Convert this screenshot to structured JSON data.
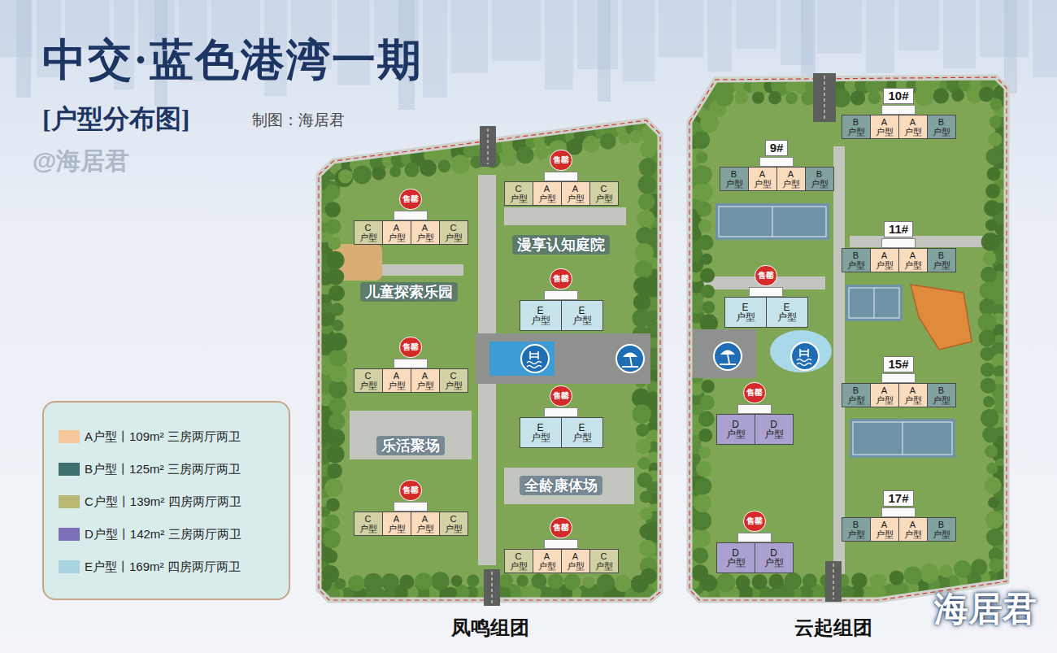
{
  "diagram": {
    "title": "中交·蓝色港湾一期",
    "nodes": [
      {
        "text": [
          "凤鸣组团"
        ]
      },
      {
        "text": [
          "售罄"
        ],
        "in": 0
      },
      {
        "text": [
          "C 户型"
        ],
        "in": 1
      },
      {
        "text": [
          "A 户型"
        ],
        "in": 1
      },
      {
        "text": [
          "A 户型"
        ],
        "in": 1
      },
      {
        "text": [
          "C 户型"
        ],
        "in": 1
      },
      {
        "text": [
          "售罄"
        ],
        "in": 0
      },
      {
        "text": [
          "C 户型"
        ],
        "in": 6
      },
      {
        "text": [
          "A 户型"
        ],
        "in": 6
      },
      {
        "text": [
          "A 户型"
        ],
        "in": 6
      },
      {
        "text": [
          "C 户型"
        ],
        "in": 6
      },
      {
        "text": [
          "售罄"
        ],
        "in": 0
      },
      {
        "text": [
          "E 户型"
        ],
        "in": 11
      },
      {
        "text": [
          "E 户型"
        ],
        "in": 11
      },
      {
        "text": [
          "售罄"
        ],
        "in": 0
      },
      {
        "text": [
          "C 户型"
        ],
        "in": 14
      },
      {
        "text": [
          "A 户型"
        ],
        "in": 14
      },
      {
        "text": [
          "A 户型"
        ],
        "in": 14
      },
      {
        "text": [
          "C 户型"
        ],
        "in": 14
      },
      {
        "text": [
          "售罄"
        ],
        "in": 0
      },
      {
        "text": [
          "E 户型"
        ],
        "in": 19
      },
      {
        "text": [
          "E 户型"
        ],
        "in": 19
      },
      {
        "text": [
          "售罄"
        ],
        "in": 0
      },
      {
        "text": [
          "C 户型"
        ],
        "in": 22
      },
      {
        "text": [
          "A 户型"
        ],
        "in": 22
      },
      {
        "text": [
          "A 户型"
        ],
        "in": 22
      },
      {
        "text": [
          "C 户型"
        ],
        "in": 22
      },
      {
        "text": [
          "售罄"
        ],
        "in": 0
      },
      {
        "text": [
          "C 户型"
        ],
        "in": 27
      },
      {
        "text": [
          "A 户型"
        ],
        "in": 27
      },
      {
        "text": [
          "A 户型"
        ],
        "in": 27
      },
      {
        "text": [
          "C 户型"
        ],
        "in": 27
      },
      {
        "text": [
          "云起组团"
        ]
      },
      {
        "text": [
          "10#"
        ],
        "in": 32
      },
      {
        "text": [
          "B 户型"
        ],
        "in": 33
      },
      {
        "text": [
          "A 户型"
        ],
        "in": 33
      },
      {
        "text": [
          "A 户型"
        ],
        "in": 33
      },
      {
        "text": [
          "B 户型"
        ],
        "in": 33
      },
      {
        "text": [
          "9#"
        ],
        "in": 32
      },
      {
        "text": [
          "B 户型"
        ],
        "in": 38
      },
      {
        "text": [
          "A 户型"
        ],
        "in": 38
      },
      {
        "text": [
          "A 户型"
        ],
        "in": 38
      },
      {
        "text": [
          "B 户型"
        ],
        "in": 38
      },
      {
        "text": [
          "11#"
        ],
        "in": 32
      },
      {
        "text": [
          "B 户型"
        ],
        "in": 43
      },
      {
        "text": [
          "A 户型"
        ],
        "in": 43
      },
      {
        "text": [
          "A 户型"
        ],
        "in": 43
      },
      {
        "text": [
          "B 户型"
        ],
        "in": 43
      },
      {
        "text": [
          "售罄"
        ],
        "in": 32
      },
      {
        "text": [
          "E 户型"
        ],
        "in": 48
      },
      {
        "text": [
          "E 户型"
        ],
        "in": 48
      },
      {
        "text": [
          "15#"
        ],
        "in": 32
      },
      {
        "text": [
          "B 户型"
        ],
        "in": 51
      },
      {
        "text": [
          "A 户型"
        ],
        "in": 51
      },
      {
        "text": [
          "A 户型"
        ],
        "in": 51
      },
      {
        "text": [
          "B 户型"
        ],
        "in": 51
      },
      {
        "text": [
          "售罄"
        ],
        "in": 32
      },
      {
        "text": [
          "D 户型"
        ],
        "in": 56
      },
      {
        "text": [
          "D 户型"
        ],
        "in": 56
      },
      {
        "text": [
          "17#"
        ],
        "in": 32
      },
      {
        "text": [
          "B 户型"
        ],
        "in": 59
      },
      {
        "text": [
          "A 户型"
        ],
        "in": 59
      },
      {
        "text": [
          "A 户型"
        ],
        "in": 59
      },
      {
        "text": [
          "B 户型"
        ],
        "in": 59
      },
      {
        "text": [
          "售罄"
        ],
        "in": 32
      },
      {
        "text": [
          "D 户型"
        ],
        "in": 64
      },
      {
        "text": [
          "D 户型"
        ],
        "in": 64
      }
    ],
    "labels": [
      "[户型分布图]",
      "制图：海居君",
      "@海居君",
      "漫享认知庭院",
      "儿童探索乐园",
      "乐活聚场",
      "全龄康体场",
      "海居君"
    ],
    "legend": [
      {
        "text": "A户型丨109m² 三房两厅两卫",
        "color": "#f6c79b"
      },
      {
        "text": "B户型丨125m² 三房两厅两卫",
        "color": "#3d6f6c"
      },
      {
        "text": "C户型丨139m² 四房两厅两卫",
        "color": "#b8b872"
      },
      {
        "text": "D户型丨142m² 三房两厅两卫",
        "color": "#7d6fb6"
      },
      {
        "text": "E户型丨169m² 四房两厅两卫",
        "color": "#a7d4df"
      }
    ]
  }
}
